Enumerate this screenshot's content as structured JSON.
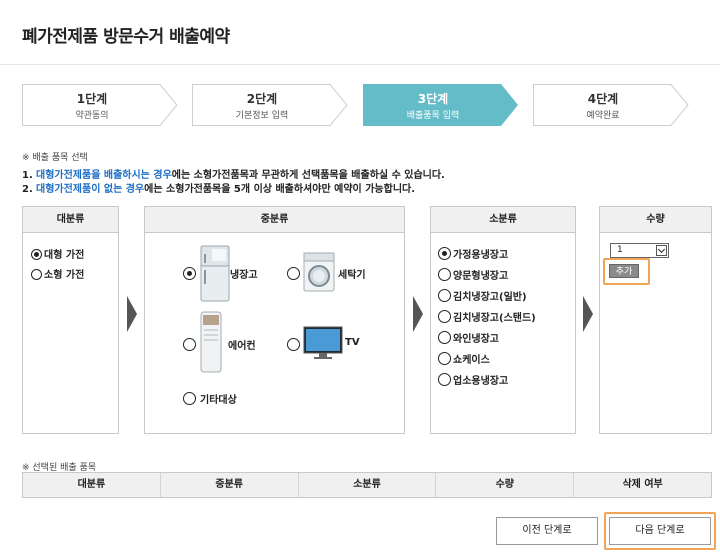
{
  "page": {
    "title": "폐가전제품 방문수거 배출예약"
  },
  "steps": [
    {
      "num": "1단계",
      "sub": "약관동의",
      "active": false
    },
    {
      "num": "2단계",
      "sub": "기본정보 입력",
      "active": false
    },
    {
      "num": "3단계",
      "sub": "배출품목 입력",
      "active": true
    },
    {
      "num": "4단계",
      "sub": "예약완료",
      "active": false
    }
  ],
  "notes": {
    "heading": "※ 배출 품목 선택",
    "line1": {
      "num": "1.",
      "highlight": "대형가전제품을 배출하시는 경우",
      "rest": "에는 소형가전품목과 무관하게 선택품목을 배출하실 수 있습니다."
    },
    "line2": {
      "num": "2.",
      "highlight": "대형가전제품이 없는 경우",
      "rest": "에는 소형가전품목을 5개 이상 배출하셔야만 예약이 가능합니다."
    }
  },
  "categories": {
    "major": {
      "header": "대분류",
      "options": [
        "대형 가전",
        "소형 가전"
      ],
      "selected": 0
    },
    "middle": {
      "header": "중분류",
      "options": [
        "냉장고",
        "세탁기",
        "에어컨",
        "TV",
        "기타대상"
      ],
      "selected": 0
    },
    "minor": {
      "header": "소분류",
      "options": [
        "가정용냉장고",
        "양문형냉장고",
        "김치냉장고(일반)",
        "김치냉장고(스탠드)",
        "와인냉장고",
        "쇼케이스",
        "업소용냉장고"
      ],
      "selected": 0
    },
    "quantity": {
      "header": "수량",
      "value": "1",
      "add_label": "추가"
    }
  },
  "selected_items": {
    "heading": "※ 선택된 배출 품목",
    "columns": [
      "대분류",
      "중분류",
      "소분류",
      "수량",
      "삭제 여부"
    ]
  },
  "buttons": {
    "prev": "이전 단계로",
    "next": "다음 단계로"
  },
  "colors": {
    "active_step": "#63bcc7",
    "highlight": "#f2a456",
    "link_blue": "#1d6fc6"
  }
}
